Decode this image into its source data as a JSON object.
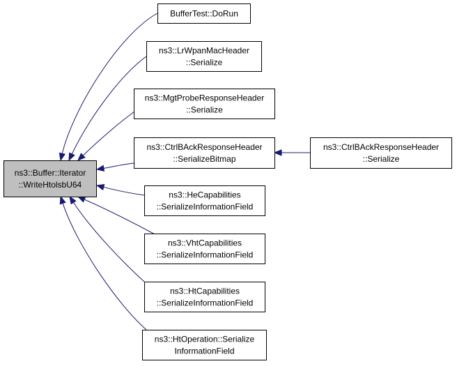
{
  "graph": {
    "colors": {
      "edge": "#191970",
      "root_fill": "#bfbfbf",
      "node_fill": "#ffffff",
      "node_border": "#000000"
    },
    "nodes": [
      {
        "id": "root",
        "lines": [
          "ns3::Buffer::Iterator",
          "::WriteHtolsbU64"
        ]
      },
      {
        "id": "n1",
        "lines": [
          "BufferTest::DoRun"
        ]
      },
      {
        "id": "n2",
        "lines": [
          "ns3::LrWpanMacHeader",
          "::Serialize"
        ]
      },
      {
        "id": "n3",
        "lines": [
          "ns3::MgtProbeResponseHeader",
          "::Serialize"
        ]
      },
      {
        "id": "n4",
        "lines": [
          "ns3::CtrlBAckResponseHeader",
          "::SerializeBitmap"
        ]
      },
      {
        "id": "n5",
        "lines": [
          "ns3::HeCapabilities",
          "::SerializeInformationField"
        ]
      },
      {
        "id": "n6",
        "lines": [
          "ns3::VhtCapabilities",
          "::SerializeInformationField"
        ]
      },
      {
        "id": "n7",
        "lines": [
          "ns3::HtCapabilities",
          "::SerializeInformationField"
        ]
      },
      {
        "id": "n8",
        "lines": [
          "ns3::HtOperation::Serialize",
          "InformationField"
        ]
      },
      {
        "id": "n9",
        "lines": [
          "ns3::CtrlBAckResponseHeader",
          "::Serialize"
        ]
      }
    ],
    "edges": [
      {
        "from": "n1",
        "to": "root"
      },
      {
        "from": "n2",
        "to": "root"
      },
      {
        "from": "n3",
        "to": "root"
      },
      {
        "from": "n4",
        "to": "root"
      },
      {
        "from": "n5",
        "to": "root"
      },
      {
        "from": "n6",
        "to": "root"
      },
      {
        "from": "n7",
        "to": "root"
      },
      {
        "from": "n8",
        "to": "root"
      },
      {
        "from": "n9",
        "to": "n4"
      }
    ]
  }
}
